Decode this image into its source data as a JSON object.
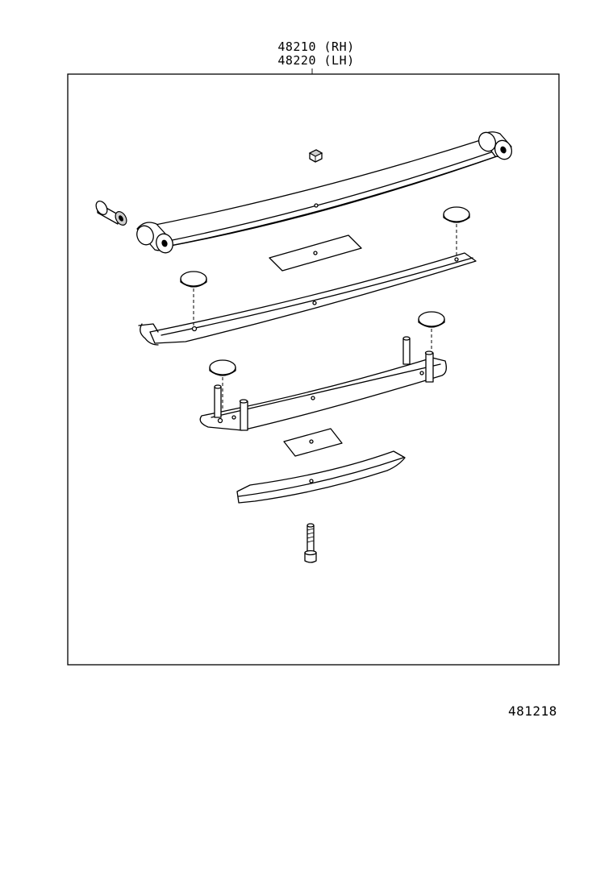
{
  "header": {
    "part_rh": "48210 (RH)",
    "part_lh": "48220 (LH)"
  },
  "footer": {
    "diagram_code": "481218"
  }
}
